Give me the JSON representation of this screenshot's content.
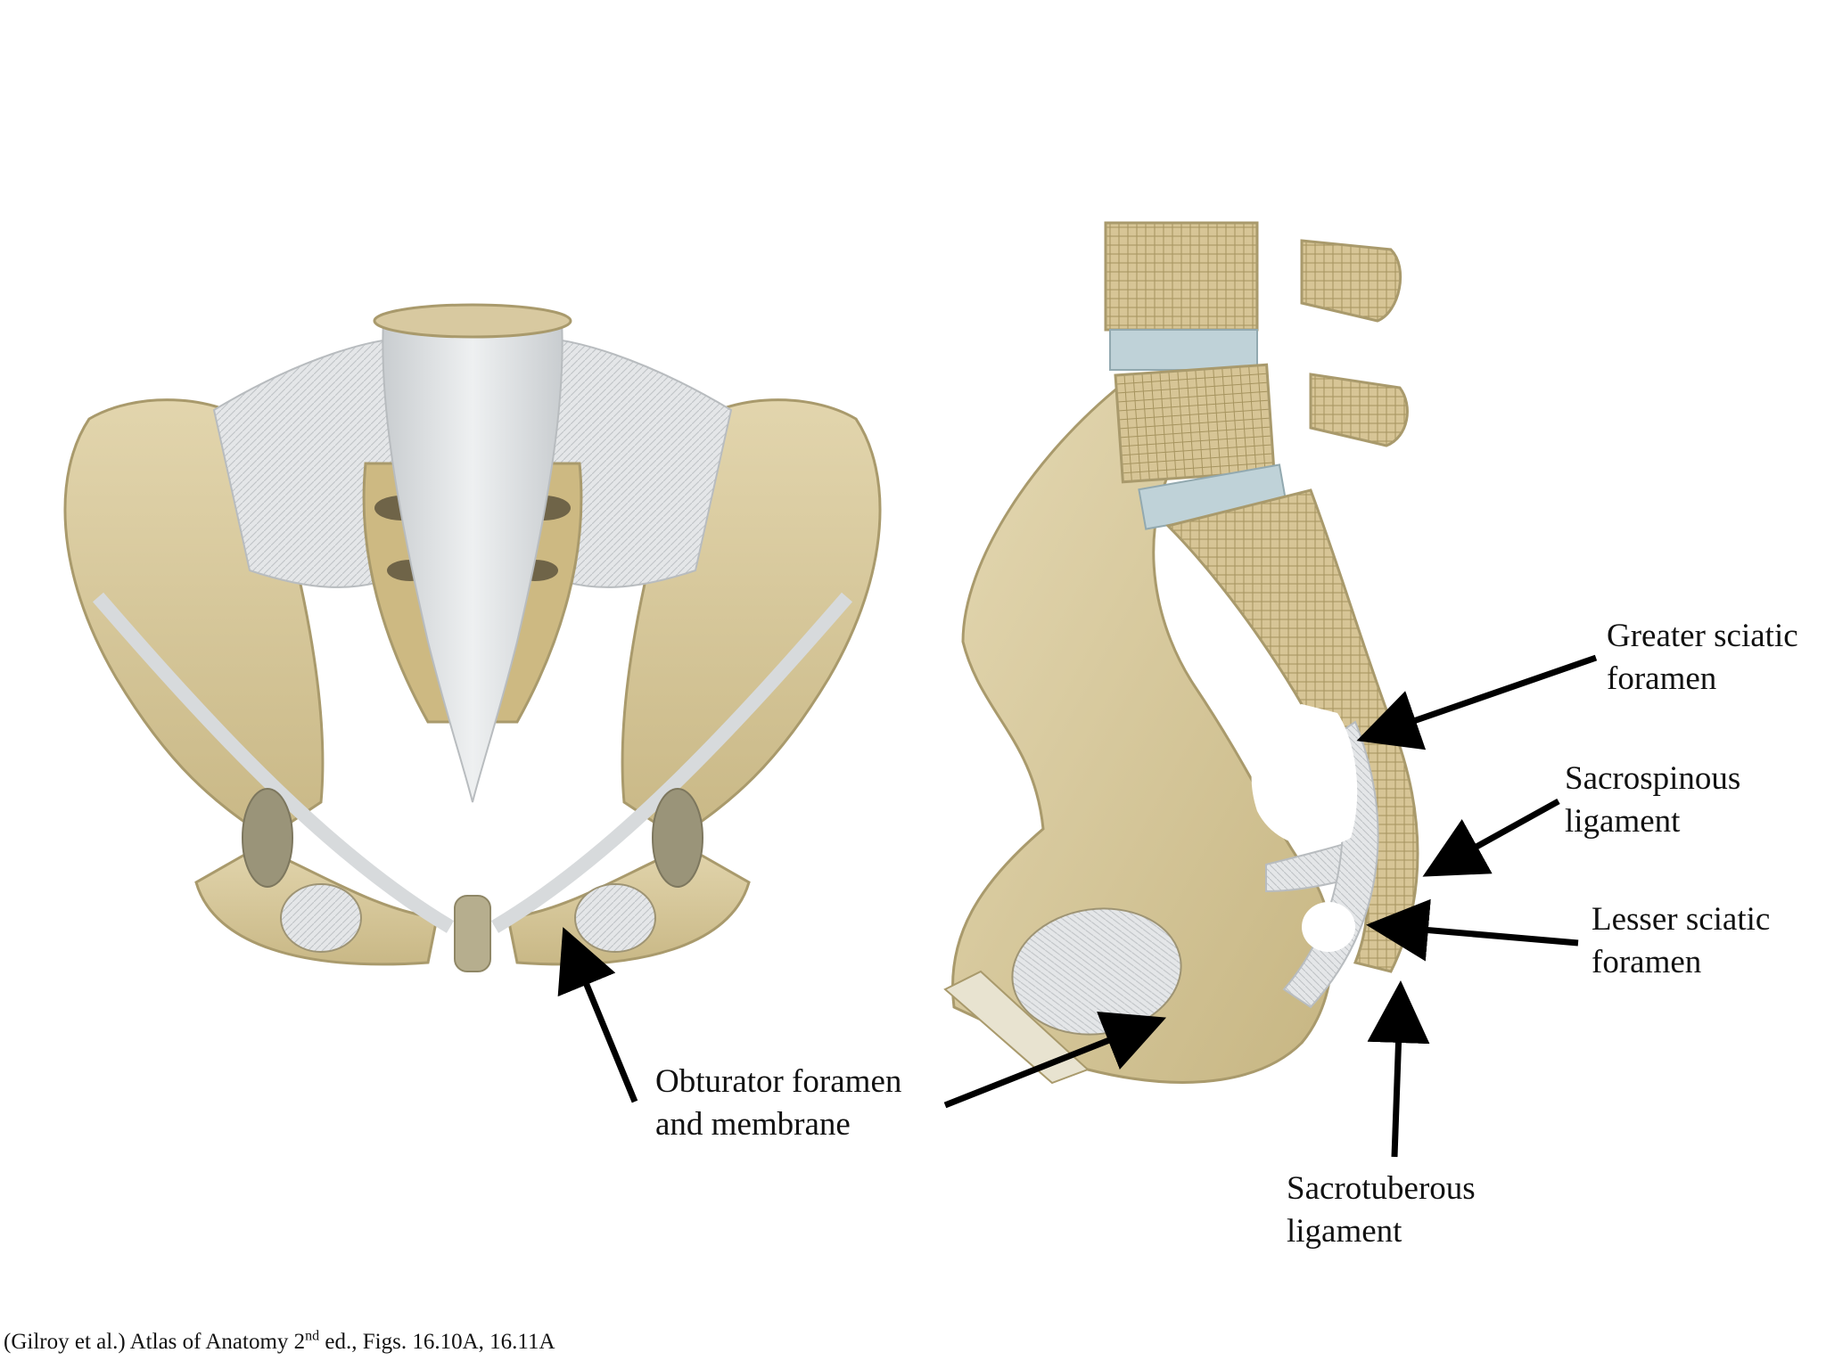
{
  "labels": {
    "greater_sciatic_line1": "Greater sciatic",
    "greater_sciatic_line2": "foramen",
    "sacrospinous_line1": "Sacrospinous",
    "sacrospinous_line2": "ligament",
    "lesser_sciatic_line1": "Lesser sciatic",
    "lesser_sciatic_line2": "foramen",
    "obturator_line1": "Obturator foramen",
    "obturator_line2": "and membrane",
    "sacrotuberous_line1": "Sacrotuberous",
    "sacrotuberous_line2": "ligament"
  },
  "citation": {
    "prefix": "(Gilroy et al.) Atlas of Anatomy 2",
    "superscript": "nd",
    "suffix": " ed., Figs. 16.10A, 16.11A"
  },
  "figures": [
    {
      "icon": "anterior-pelvis-ligaments-illustration"
    },
    {
      "icon": "medial-hemipelvis-ligaments-illustration"
    }
  ],
  "colors": {
    "bone": "#d8c9a0",
    "bone_shadow": "#b9a878",
    "ligament": "#e3e5e6",
    "ligament_line": "#b8bcbf",
    "disc": "#b9cdd3",
    "arrow": "#000000",
    "text": "#111111"
  }
}
